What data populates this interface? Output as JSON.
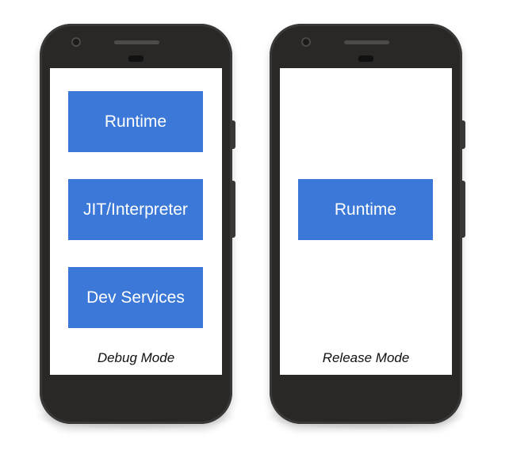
{
  "phones": [
    {
      "blocks": [
        "Runtime",
        "JIT/Interpreter",
        "Dev Services"
      ],
      "mode_label": "Debug Mode"
    },
    {
      "blocks": [
        "Runtime"
      ],
      "mode_label": "Release Mode"
    }
  ],
  "colors": {
    "block": "#3b78d8",
    "phone_body": "#2a2827",
    "screen": "#ffffff"
  }
}
